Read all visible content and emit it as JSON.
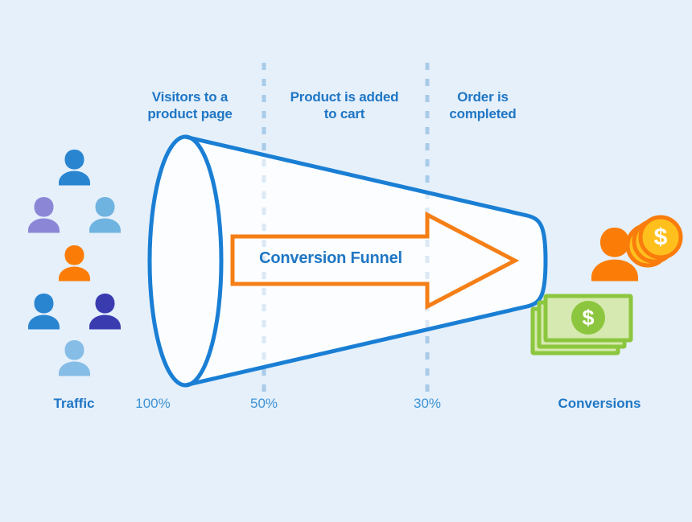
{
  "background_color": "#e5f0fb",
  "accent_colors": {
    "funnel_blue": "#1a7fd4",
    "label_blue": "#1f76c4",
    "percent_blue": "#3f93d4",
    "arrow_orange": "#f57f17",
    "dash_blue": "#a9cbe8",
    "money_green": "#8cc63e",
    "money_fill": "#d6e9b0",
    "coin_yellow": "#ffc01e",
    "coin_orange": "#f97c0c",
    "person_orange": "#fb7d07"
  },
  "stages": [
    {
      "id": "visitors",
      "line1": "Visitors to a",
      "line2": "product page",
      "percent": "100%"
    },
    {
      "id": "add-to-cart",
      "line1": "Product is added",
      "line2": "to cart",
      "percent": "50%"
    },
    {
      "id": "order-completed",
      "line1": "Order is",
      "line2": "completed",
      "percent": "30%"
    }
  ],
  "endpoints": {
    "left_label": "Traffic",
    "right_label": "Conversions"
  },
  "arrow": {
    "label": "Conversion Funnel"
  },
  "traffic_people": [
    {
      "id": "person-top",
      "color": "#2a85d0"
    },
    {
      "id": "person-upper-left",
      "color": "#8b87d6"
    },
    {
      "id": "person-upper-right",
      "color": "#6fb3e0"
    },
    {
      "id": "person-center",
      "color": "#fb7d07"
    },
    {
      "id": "person-lower-left",
      "color": "#2a85d0"
    },
    {
      "id": "person-lower-right",
      "color": "#3b3bb0"
    },
    {
      "id": "person-bottom",
      "color": "#86bde6"
    }
  ],
  "conversion_icons": {
    "person_color": "#fb7d07",
    "coin_symbol": "$",
    "banknote_symbol": "$",
    "coin_count": 3,
    "banknote_count": 3
  }
}
